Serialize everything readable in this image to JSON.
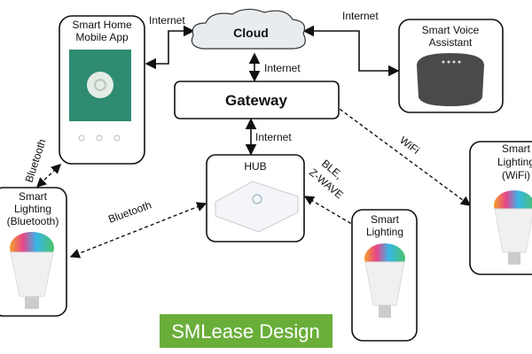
{
  "nodes": {
    "cloud": "Cloud",
    "gateway": "Gateway",
    "hub": "HUB",
    "mobile_app": [
      "Smart Home",
      "Mobile App"
    ],
    "voice_assistant": [
      "Smart Voice",
      "Assistant"
    ],
    "lighting_bluetooth": [
      "Smart",
      "Lighting",
      "(Bluetooth)"
    ],
    "lighting": [
      "Smart",
      "Lighting"
    ],
    "lighting_wifi": [
      "Smart",
      "Lighting",
      "(WiFi)"
    ]
  },
  "links": {
    "app_cloud": "Internet",
    "cloud_gateway": "Internet",
    "cloud_voice": "Internet",
    "gateway_hub": "Internet",
    "gateway_wifi": "WiFi",
    "hub_lighting": [
      "BLE,",
      "Z-WAVE"
    ],
    "hub_bluetooth": "Bluetooth",
    "app_bluetooth": "Bluetooth"
  },
  "banner": "SMLease Design",
  "colors": {
    "banner": "#6aae3a",
    "app_screen": "#2e8b72",
    "cloud": "#e9ecef",
    "speaker": "#4a4a4c"
  }
}
